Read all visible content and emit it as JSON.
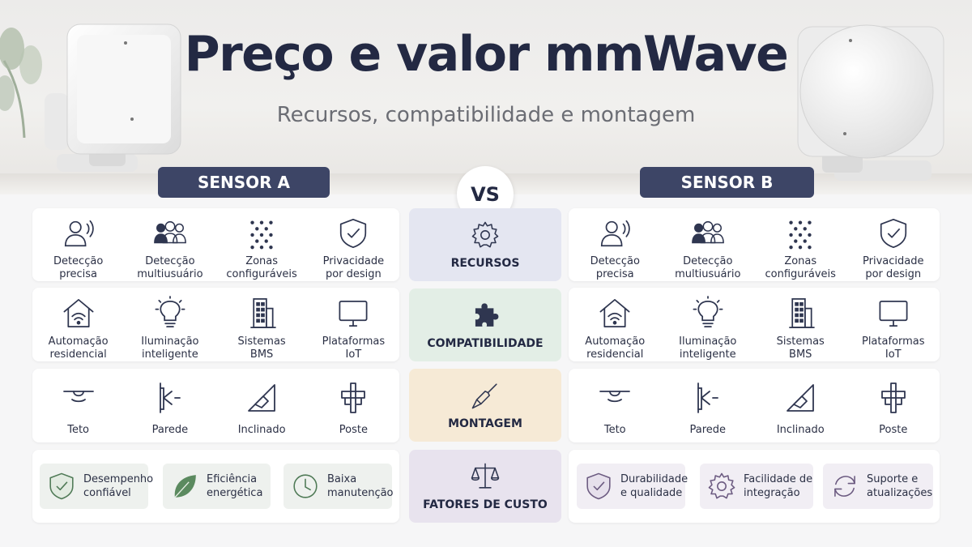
{
  "title": "Preço e valor mmWave",
  "subtitle": "Recursos, compatibilidade e montagem",
  "vs_label": "VS",
  "sensor_a": {
    "label": "SENSOR A",
    "features": [
      {
        "icon": "person-signal-icon",
        "label": "Detecção\nprecisa"
      },
      {
        "icon": "multi-user-icon",
        "label": "Detecção\nmultiusuário"
      },
      {
        "icon": "dot-grid-icon",
        "label": "Zonas\nconfiguráveis"
      },
      {
        "icon": "shield-check-icon",
        "label": "Privacidade\npor design"
      }
    ],
    "compat": [
      {
        "icon": "home-wifi-icon",
        "label": "Automação\nresidencial"
      },
      {
        "icon": "lightbulb-icon",
        "label": "Iluminação\ninteligente"
      },
      {
        "icon": "building-icon",
        "label": "Sistemas\nBMS"
      },
      {
        "icon": "monitor-icon",
        "label": "Plataformas\nIoT"
      }
    ],
    "mounting": [
      {
        "icon": "ceiling-mount-icon",
        "label": "Teto"
      },
      {
        "icon": "wall-mount-icon",
        "label": "Parede"
      },
      {
        "icon": "tilted-mount-icon",
        "label": "Inclinado"
      },
      {
        "icon": "pole-mount-icon",
        "label": "Poste"
      }
    ],
    "factors": [
      {
        "icon": "shield-check-icon",
        "label": "Desempenho\nconfiável"
      },
      {
        "icon": "leaf-icon",
        "label": "Eficiência\nenergética"
      },
      {
        "icon": "clock-icon",
        "label": "Baixa\nmanutenção"
      }
    ]
  },
  "sensor_b": {
    "label": "SENSOR B",
    "features": [
      {
        "icon": "person-signal-icon",
        "label": "Detecção\nprecisa"
      },
      {
        "icon": "multi-user-icon",
        "label": "Detecção\nmultiusuário"
      },
      {
        "icon": "dot-grid-icon",
        "label": "Zonas\nconfiguráveis"
      },
      {
        "icon": "shield-check-icon",
        "label": "Privacidade\npor design"
      }
    ],
    "compat": [
      {
        "icon": "home-wifi-icon",
        "label": "Automação\nresidencial"
      },
      {
        "icon": "lightbulb-icon",
        "label": "Iluminação\ninteligente"
      },
      {
        "icon": "building-icon",
        "label": "Sistemas\nBMS"
      },
      {
        "icon": "monitor-icon",
        "label": "Plataformas\nIoT"
      }
    ],
    "mounting": [
      {
        "icon": "ceiling-mount-icon",
        "label": "Teto"
      },
      {
        "icon": "wall-mount-icon",
        "label": "Parede"
      },
      {
        "icon": "tilted-mount-icon",
        "label": "Inclinado"
      },
      {
        "icon": "pole-mount-icon",
        "label": "Poste"
      }
    ],
    "factors": [
      {
        "icon": "shield-check-icon",
        "label": "Durabilidade\ne qualidade"
      },
      {
        "icon": "gear-icon",
        "label": "Facilidade de\nintegração"
      },
      {
        "icon": "refresh-icon",
        "label": "Suporte e\natualizações"
      }
    ]
  },
  "categories": [
    {
      "icon": "gear-icon",
      "label": "RECURSOS",
      "color": "#e4e6f1"
    },
    {
      "icon": "puzzle-icon",
      "label": "COMPATIBILIDADE",
      "color": "#e3eee6"
    },
    {
      "icon": "screwdriver-icon",
      "label": "MONTAGEM",
      "color": "#f6ead6"
    },
    {
      "icon": "scales-icon",
      "label": "FATORES DE CUSTO",
      "color": "#e8e3ee"
    }
  ],
  "colors": {
    "navy": "#3d4566",
    "title": "#232943",
    "factor_green": "#eef1ee",
    "factor_purple": "#f1eef4"
  }
}
